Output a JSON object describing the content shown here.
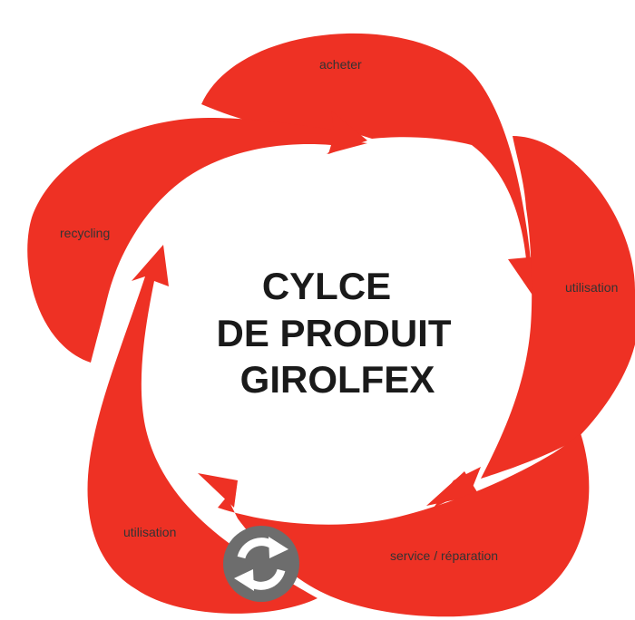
{
  "title_lines": [
    "CYLCE",
    "DE PRODUIT",
    "GIROLFEX"
  ],
  "stages": [
    {
      "label": "acheter"
    },
    {
      "label": "utilisation"
    },
    {
      "label": "service / réparation"
    },
    {
      "label": "utilisation"
    },
    {
      "label": "recycling"
    }
  ],
  "colors": {
    "petal": "#ee3124",
    "badge": "#6d6d6d",
    "badge_icon": "#ffffff",
    "title": "#1a1a1a",
    "label": "#333333"
  },
  "badge_icon": "refresh-cycle-icon"
}
